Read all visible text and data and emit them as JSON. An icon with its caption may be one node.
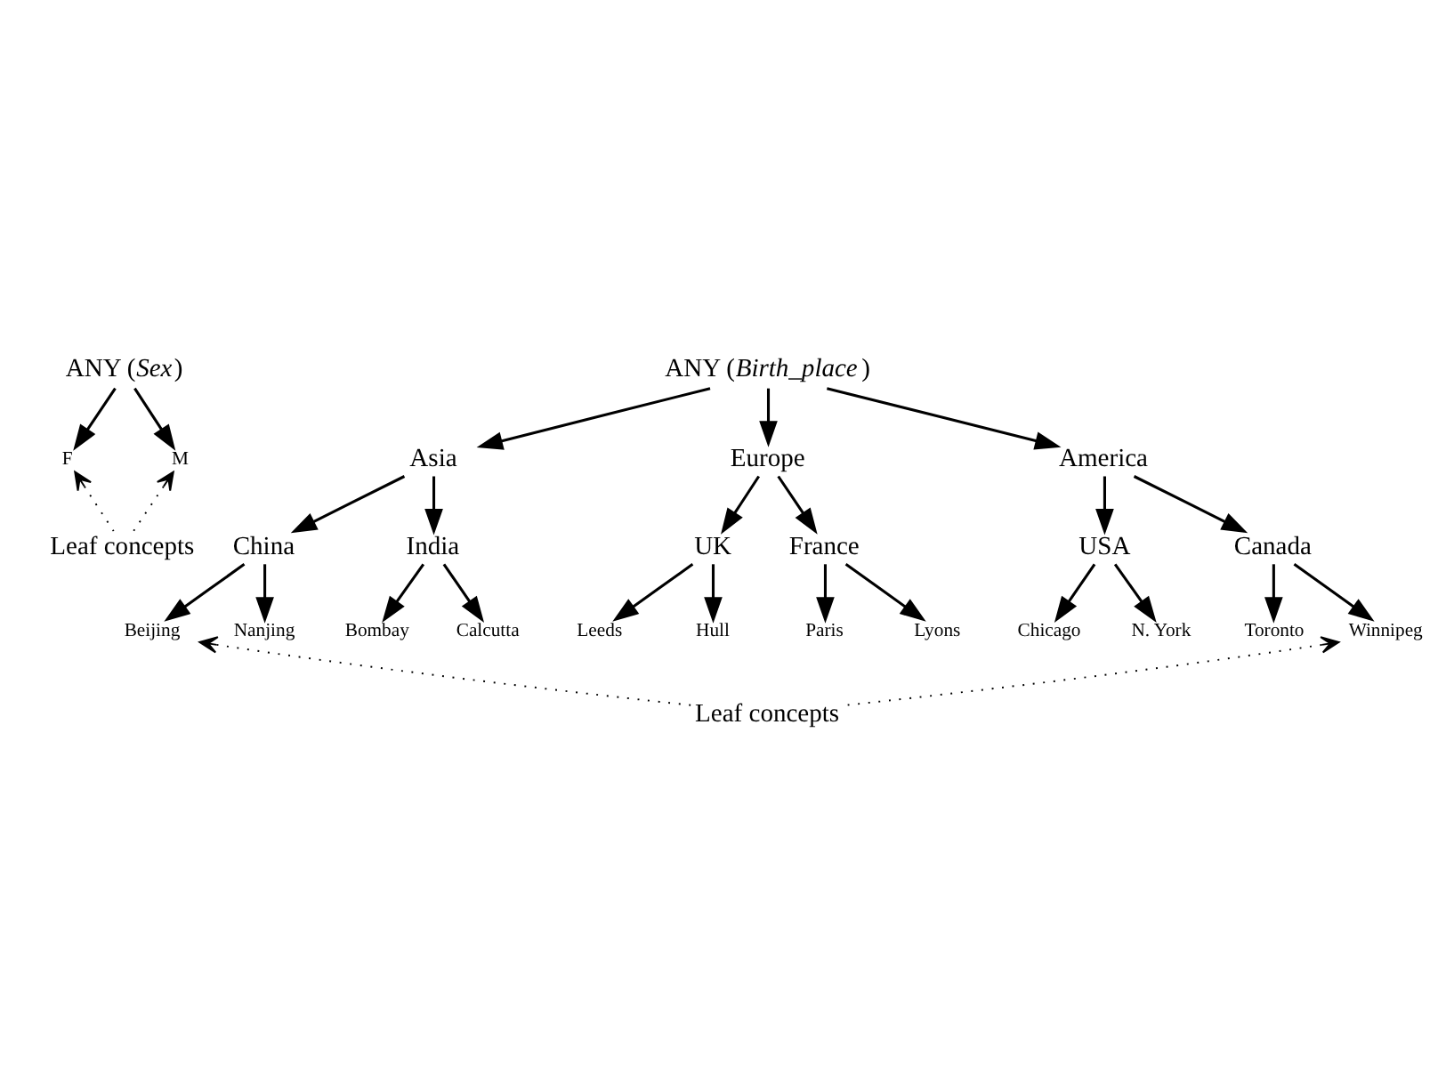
{
  "diagram": {
    "nodes": [
      {
        "text": [
          "ANY (*Sex*)"
        ]
      },
      {
        "text": [
          "F"
        ]
      },
      {
        "text": [
          "M"
        ]
      },
      {
        "text": [
          "Leaf concepts"
        ]
      },
      {
        "text": [
          "ANY (*Birth_place*)"
        ]
      },
      {
        "text": [
          "Asia"
        ]
      },
      {
        "text": [
          "Europe"
        ]
      },
      {
        "text": [
          "America"
        ]
      },
      {
        "text": [
          "China"
        ]
      },
      {
        "text": [
          "India"
        ]
      },
      {
        "text": [
          "UK"
        ]
      },
      {
        "text": [
          "France"
        ]
      },
      {
        "text": [
          "USA"
        ]
      },
      {
        "text": [
          "Canada"
        ]
      },
      {
        "text": [
          "Beijing"
        ]
      },
      {
        "text": [
          "Nanjing"
        ]
      },
      {
        "text": [
          "Bombay"
        ]
      },
      {
        "text": [
          "Calcutta"
        ]
      },
      {
        "text": [
          "Leeds"
        ]
      },
      {
        "text": [
          "Hull"
        ]
      },
      {
        "text": [
          "Paris"
        ]
      },
      {
        "text": [
          "Lyons"
        ]
      },
      {
        "text": [
          "Chicago"
        ]
      },
      {
        "text": [
          "N. York"
        ]
      },
      {
        "text": [
          "Toronto"
        ]
      },
      {
        "text": [
          "Winnipeg"
        ]
      },
      {
        "text": [
          "Leaf concepts"
        ]
      }
    ],
    "edges": [
      {
        "from": 0,
        "to": 1,
        "arrow": "to"
      },
      {
        "from": 0,
        "to": 2,
        "arrow": "to"
      },
      {
        "from": 3,
        "to": 1,
        "arrow": "to",
        "style": "dashed"
      },
      {
        "from": 3,
        "to": 2,
        "arrow": "to",
        "style": "dashed"
      },
      {
        "from": 4,
        "to": 5,
        "arrow": "to"
      },
      {
        "from": 4,
        "to": 6,
        "arrow": "to"
      },
      {
        "from": 4,
        "to": 7,
        "arrow": "to"
      },
      {
        "from": 5,
        "to": 8,
        "arrow": "to"
      },
      {
        "from": 5,
        "to": 9,
        "arrow": "to"
      },
      {
        "from": 6,
        "to": 10,
        "arrow": "to"
      },
      {
        "from": 6,
        "to": 11,
        "arrow": "to"
      },
      {
        "from": 7,
        "to": 12,
        "arrow": "to"
      },
      {
        "from": 7,
        "to": 13,
        "arrow": "to"
      },
      {
        "from": 8,
        "to": 14,
        "arrow": "to"
      },
      {
        "from": 8,
        "to": 15,
        "arrow": "to"
      },
      {
        "from": 9,
        "to": 16,
        "arrow": "to"
      },
      {
        "from": 9,
        "to": 17,
        "arrow": "to"
      },
      {
        "from": 10,
        "to": 18,
        "arrow": "to"
      },
      {
        "from": 10,
        "to": 19,
        "arrow": "to"
      },
      {
        "from": 11,
        "to": 20,
        "arrow": "to"
      },
      {
        "from": 11,
        "to": 21,
        "arrow": "to"
      },
      {
        "from": 12,
        "to": 22,
        "arrow": "to"
      },
      {
        "from": 12,
        "to": 23,
        "arrow": "to"
      },
      {
        "from": 13,
        "to": 24,
        "arrow": "to"
      },
      {
        "from": 13,
        "to": 25,
        "arrow": "to"
      },
      {
        "from": 26,
        "to": 14,
        "arrow": "to",
        "style": "dashed"
      },
      {
        "from": 26,
        "to": 25,
        "arrow": "to",
        "style": "dashed"
      }
    ]
  }
}
